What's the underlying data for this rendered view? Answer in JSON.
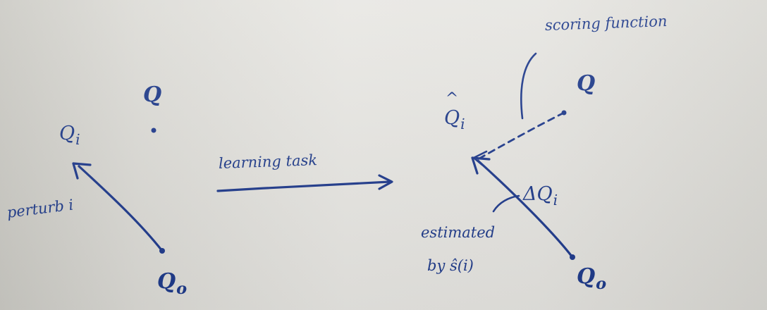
{
  "left": {
    "q_label": "Q",
    "qi_main": "Q",
    "qi_sub": "i",
    "q0_main": "Q",
    "q0_sub": "o",
    "perturb_label": "perturb i"
  },
  "middle": {
    "learning_label": "learning task"
  },
  "right": {
    "scoring_label": "scoring function",
    "q_label": "Q",
    "qhat_main": "Q",
    "qhat_sub": "i",
    "qhat_hat": "^",
    "delta_label": "ΔQ",
    "delta_sub": "i",
    "estimated_label": "estimated",
    "by_label": "by ŝ(i)",
    "q0_main": "Q",
    "q0_sub": "o"
  },
  "colors": {
    "ink": "#1f3a8c",
    "paper": "#e6e5e1"
  }
}
